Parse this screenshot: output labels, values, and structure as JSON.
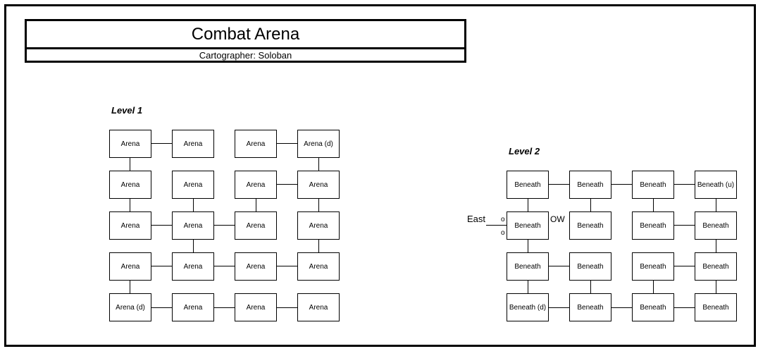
{
  "header": {
    "title": "Combat Arena",
    "subtitle": "Cartographer: Soloban"
  },
  "levels": [
    {
      "label": "Level 1",
      "rooms": [
        [
          "Arena",
          "Arena",
          "Arena",
          "Arena (d)"
        ],
        [
          "Arena",
          "Arena",
          "Arena",
          "Arena"
        ],
        [
          "Arena",
          "Arena",
          "Arena",
          "Arena"
        ],
        [
          "Arena",
          "Arena",
          "Arena",
          "Arena"
        ],
        [
          "Arena (d)",
          "Arena",
          "Arena",
          "Arena"
        ]
      ]
    },
    {
      "label": "Level 2",
      "rooms": [
        [
          "Beneath",
          "Beneath",
          "Beneath",
          "Beneath (u)"
        ],
        [
          "Beneath",
          "Beneath",
          "Beneath",
          "Beneath"
        ],
        [
          "Beneath",
          "Beneath",
          "Beneath",
          "Beneath"
        ],
        [
          "Beneath (d)",
          "Beneath",
          "Beneath",
          "Beneath"
        ]
      ]
    }
  ],
  "exits": {
    "east": "East",
    "ow": "OW",
    "o1": "o",
    "o2": "o"
  }
}
